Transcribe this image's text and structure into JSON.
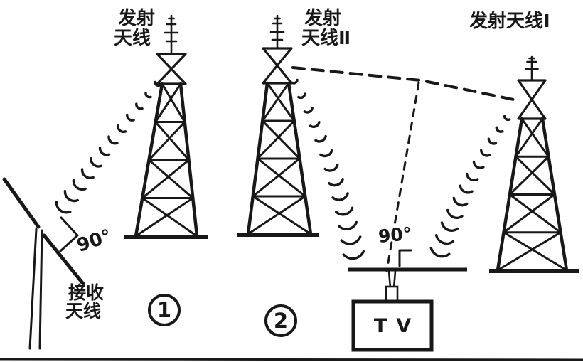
{
  "colors": {
    "ink": "#181818",
    "paper": "#ffffff"
  },
  "labels": {
    "transmit_left": {
      "line1": "发射",
      "line2": "天线"
    },
    "transmit_2": {
      "line1": "发射",
      "line2": "天线Ⅱ"
    },
    "transmit_1": "发射天线Ⅰ",
    "receive": {
      "line1": "接收",
      "line2": "天线"
    },
    "angle_receive": "90°",
    "angle_tv": "90°",
    "tv": "TV",
    "scene_1": "1",
    "scene_2": "2"
  }
}
